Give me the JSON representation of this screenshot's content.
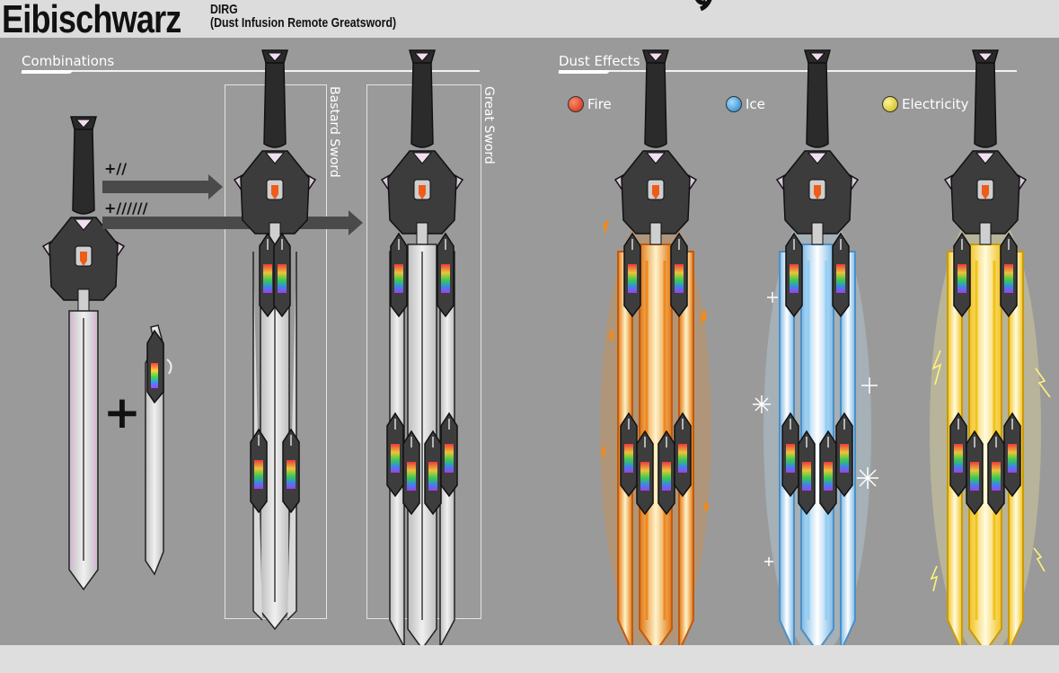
{
  "header": {
    "title": "Eibischwarz",
    "subtitle_line1": "DIRG",
    "subtitle_line2": "(Dust Infusion Remote Greatsword)"
  },
  "sections": {
    "combinations": "Combinations",
    "dust_effects": "Dust Effects"
  },
  "combos": {
    "arrow_short": "+//",
    "arrow_long": "+//////",
    "plus": "+",
    "bastard": "Bastard Sword",
    "great": "Great Sword"
  },
  "effects": [
    {
      "label": "Fire",
      "color": "#d83a1a"
    },
    {
      "label": "Ice",
      "color": "#2a8fd6"
    },
    {
      "label": "Electricity",
      "color": "#d9cc1a"
    }
  ],
  "colors": {
    "panel": "#9a9a9a",
    "fire_glow": "#f08a1c",
    "ice_glow": "#8fd0f5",
    "electric_glow": "#ffe066",
    "blade": "#d2d2d2",
    "pink_accent": "#e9b6e2"
  }
}
